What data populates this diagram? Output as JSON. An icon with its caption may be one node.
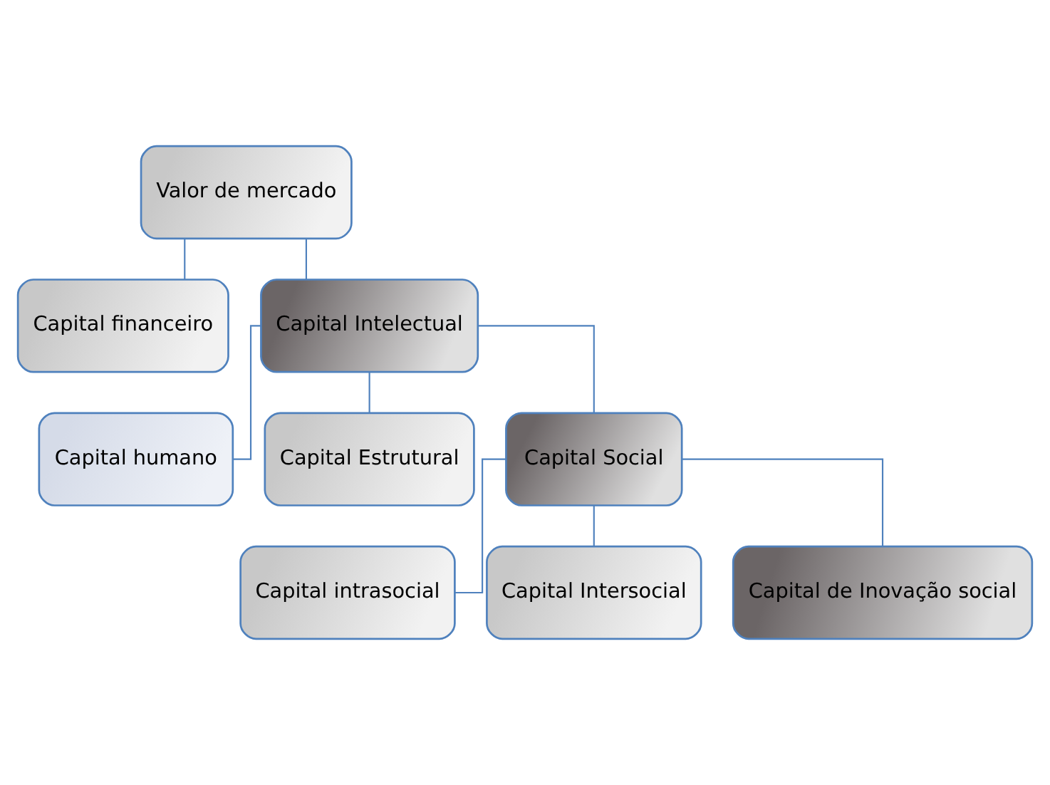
{
  "diagram": {
    "nodes": [
      {
        "text": [
          "Valor de mercado"
        ]
      },
      {
        "text": [
          "Capital financeiro"
        ]
      },
      {
        "text": [
          "Capital Intelectual"
        ]
      },
      {
        "text": [
          "Capital humano"
        ]
      },
      {
        "text": [
          "Capital Estrutural"
        ]
      },
      {
        "text": [
          "Capital Social"
        ]
      },
      {
        "text": [
          "Capital intrasocial"
        ]
      },
      {
        "text": [
          "Capital Intersocial"
        ]
      },
      {
        "text": [
          "Capital de Inovação social"
        ]
      }
    ],
    "edges": [
      {
        "from": 0,
        "to": 1,
        "arrow": "none"
      },
      {
        "from": 0,
        "to": 2,
        "arrow": "none"
      },
      {
        "from": 2,
        "to": 3,
        "arrow": "none"
      },
      {
        "from": 2,
        "to": 4,
        "arrow": "none"
      },
      {
        "from": 2,
        "to": 5,
        "arrow": "none"
      },
      {
        "from": 5,
        "to": 6,
        "arrow": "none"
      },
      {
        "from": 5,
        "to": 7,
        "arrow": "none"
      },
      {
        "from": 5,
        "to": 8,
        "arrow": "none"
      }
    ]
  }
}
